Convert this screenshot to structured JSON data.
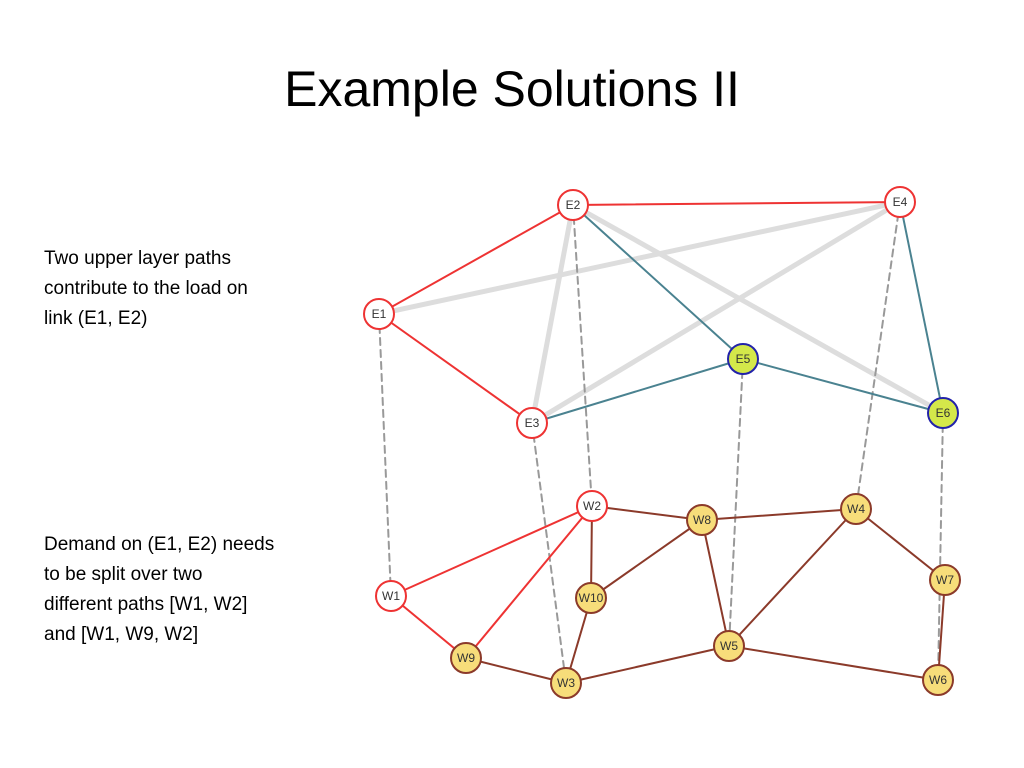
{
  "slide": {
    "title": "Example Solutions II"
  },
  "notes": {
    "upper": [
      "Two upper layer paths",
      "contribute to the load on",
      "link (E1, E2)"
    ],
    "lower": [
      "Demand on (E1, E2) needs",
      "to be split over two",
      "different paths [W1, W2]",
      "and [W1, W9, W2]"
    ]
  },
  "colors": {
    "red": "#ee3333",
    "teal": "#4a8290",
    "brown": "#8b3a2a",
    "gray_dash": "#999999",
    "light_gray": "#dddddd",
    "node_white_fill": "#ffffff",
    "node_white_stroke": "#ee3333",
    "node_green_fill": "#d4e84a",
    "node_green_stroke": "#2222aa",
    "node_yellow_fill": "#f7dd7a",
    "node_yellow_stroke": "#8b3a2a"
  },
  "nodes": [
    {
      "id": "E1",
      "label": "E1",
      "style": "white"
    },
    {
      "id": "E2",
      "label": "E2",
      "style": "white"
    },
    {
      "id": "E3",
      "label": "E3",
      "style": "white"
    },
    {
      "id": "E4",
      "label": "E4",
      "style": "white"
    },
    {
      "id": "E5",
      "label": "E5",
      "style": "green"
    },
    {
      "id": "E6",
      "label": "E6",
      "style": "green"
    },
    {
      "id": "W1",
      "label": "W1",
      "style": "white"
    },
    {
      "id": "W2",
      "label": "W2",
      "style": "white"
    },
    {
      "id": "W3",
      "label": "W3",
      "style": "yellow"
    },
    {
      "id": "W4",
      "label": "W4",
      "style": "yellow"
    },
    {
      "id": "W5",
      "label": "W5",
      "style": "yellow"
    },
    {
      "id": "W6",
      "label": "W6",
      "style": "yellow"
    },
    {
      "id": "W7",
      "label": "W7",
      "style": "yellow"
    },
    {
      "id": "W8",
      "label": "W8",
      "style": "yellow"
    },
    {
      "id": "W9",
      "label": "W9",
      "style": "yellow"
    },
    {
      "id": "W10",
      "label": "W10",
      "style": "yellow"
    }
  ],
  "edges": [
    {
      "from": "E2",
      "to": "E6",
      "style": "light"
    },
    {
      "from": "E3",
      "to": "E4",
      "style": "light"
    },
    {
      "from": "E1",
      "to": "E4",
      "style": "light"
    },
    {
      "from": "E3",
      "to": "E2",
      "style": "light"
    },
    {
      "from": "E1",
      "to": "W1",
      "style": "dash"
    },
    {
      "from": "E2",
      "to": "W2",
      "style": "dash"
    },
    {
      "from": "E3",
      "to": "W3",
      "style": "dash"
    },
    {
      "from": "E4",
      "to": "W4",
      "style": "dash"
    },
    {
      "from": "E5",
      "to": "W5",
      "style": "dash"
    },
    {
      "from": "E6",
      "to": "W6",
      "style": "dash"
    },
    {
      "from": "E1",
      "to": "E2",
      "style": "red"
    },
    {
      "from": "E1",
      "to": "E3",
      "style": "red"
    },
    {
      "from": "E2",
      "to": "E4",
      "style": "red"
    },
    {
      "from": "E2",
      "to": "E5",
      "style": "teal"
    },
    {
      "from": "E3",
      "to": "E5",
      "style": "teal"
    },
    {
      "from": "E5",
      "to": "E6",
      "style": "teal"
    },
    {
      "from": "E4",
      "to": "E6",
      "style": "teal"
    },
    {
      "from": "W1",
      "to": "W2",
      "style": "red"
    },
    {
      "from": "W1",
      "to": "W9",
      "style": "red"
    },
    {
      "from": "W9",
      "to": "W2",
      "style": "red"
    },
    {
      "from": "W2",
      "to": "W8",
      "style": "brown"
    },
    {
      "from": "W2",
      "to": "W10",
      "style": "brown"
    },
    {
      "from": "W8",
      "to": "W10",
      "style": "brown"
    },
    {
      "from": "W8",
      "to": "W4",
      "style": "brown"
    },
    {
      "from": "W8",
      "to": "W5",
      "style": "brown"
    },
    {
      "from": "W10",
      "to": "W3",
      "style": "brown"
    },
    {
      "from": "W9",
      "to": "W3",
      "style": "brown"
    },
    {
      "from": "W3",
      "to": "W5",
      "style": "brown"
    },
    {
      "from": "W5",
      "to": "W4",
      "style": "brown"
    },
    {
      "from": "W4",
      "to": "W7",
      "style": "brown"
    },
    {
      "from": "W7",
      "to": "W6",
      "style": "brown"
    },
    {
      "from": "W5",
      "to": "W6",
      "style": "brown"
    }
  ]
}
